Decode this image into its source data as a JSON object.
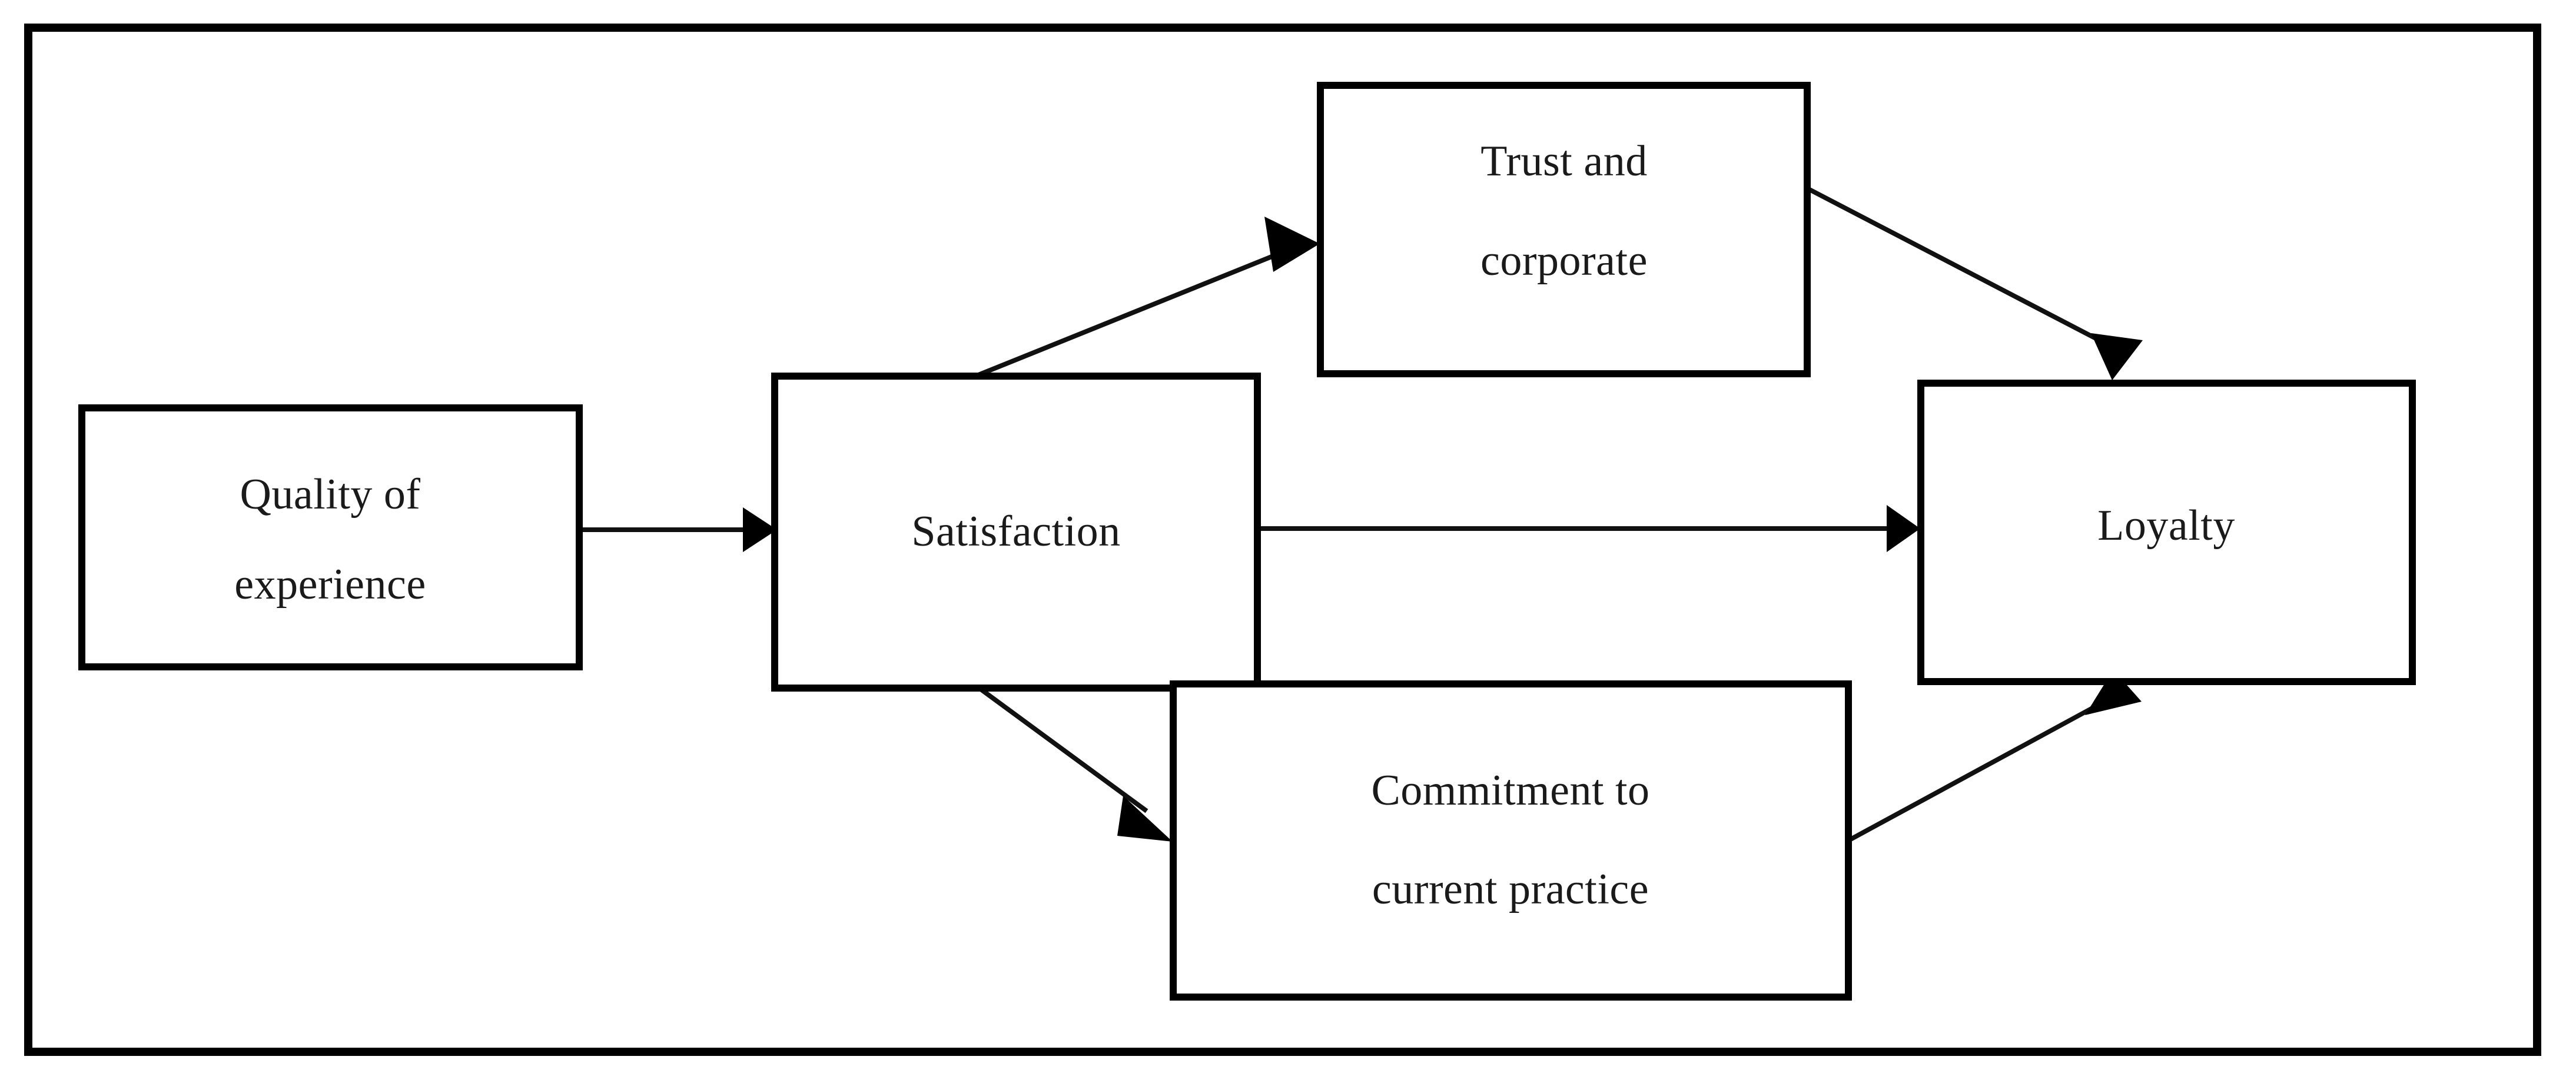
{
  "figure": {
    "kind": "conceptual-model-diagram",
    "border_color": "#000000",
    "background_color": "#ffffff",
    "text_color": "#1a1a1a"
  },
  "nodes": {
    "quality_of_experience": {
      "id": "quality-of-experience",
      "lines": [
        "Quality of",
        "experience"
      ],
      "line1": "Quality of",
      "line2": "experience"
    },
    "satisfaction": {
      "id": "satisfaction",
      "lines": [
        "Satisfaction"
      ],
      "line1": "Satisfaction"
    },
    "trust_and_corporate": {
      "id": "trust-and-corporate",
      "lines": [
        "Trust and",
        "corporate"
      ],
      "line1": "Trust and",
      "line2": "corporate"
    },
    "commitment_to_current_practice": {
      "id": "commitment-to-current-practice",
      "lines": [
        "Commitment to",
        "current practice"
      ],
      "line1": "Commitment to",
      "line2": "current practice"
    },
    "loyalty": {
      "id": "loyalty",
      "lines": [
        "Loyalty"
      ],
      "line1": "Loyalty"
    }
  },
  "edges": [
    {
      "id": "quality-to-satisfaction",
      "from": "Quality of experience",
      "to": "Satisfaction",
      "style": "straight-horizontal"
    },
    {
      "id": "satisfaction-to-trust",
      "from": "Satisfaction",
      "to": "Trust and corporate",
      "style": "diagonal-up"
    },
    {
      "id": "satisfaction-to-loyalty",
      "from": "Satisfaction",
      "to": "Loyalty",
      "style": "straight-horizontal"
    },
    {
      "id": "satisfaction-to-commitment",
      "from": "Satisfaction",
      "to": "Commitment to current practice",
      "style": "diagonal-down"
    },
    {
      "id": "trust-to-loyalty",
      "from": "Trust and corporate",
      "to": "Loyalty",
      "style": "diagonal-down"
    },
    {
      "id": "commitment-to-loyalty",
      "from": "Commitment to current practice",
      "to": "Loyalty",
      "style": "diagonal-up"
    }
  ]
}
